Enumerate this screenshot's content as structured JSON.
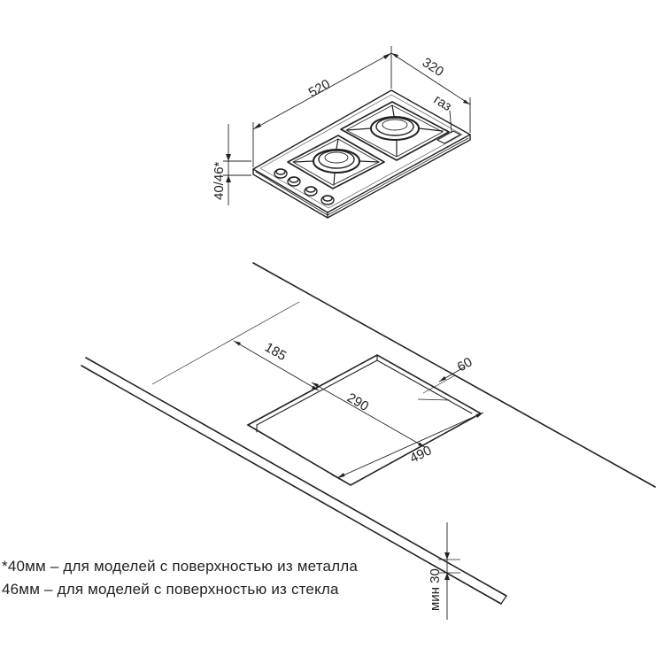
{
  "hob": {
    "width_label": "520",
    "depth_label": "320",
    "height_label": "40/46*",
    "gas_label": "газ"
  },
  "cutout": {
    "back_offset_label": "185",
    "right_offset_label": "60",
    "depth_label": "290",
    "width_label": "490",
    "min_thickness_label": "мин 30"
  },
  "notes": [
    "*40мм – для моделей с поверхностью из металла",
    "46мм – для моделей с поверхностью из стекла"
  ]
}
